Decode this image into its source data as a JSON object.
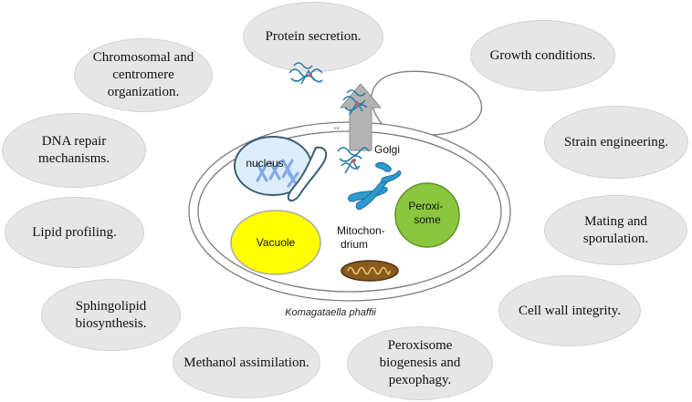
{
  "center": {
    "organism_label": "Komagataella phaffii",
    "organelles": {
      "nucleus": "nucleus",
      "golgi": "Golgi",
      "er": "ER",
      "vacuole": "Vacuole",
      "mitochondrion": "Mitochon-\ndrium",
      "peroxisome": "Peroxi-\nsome"
    },
    "colors": {
      "vacuole": "#ffff00",
      "peroxisome": "#8cc63f",
      "nucleus_fill": "#dcecf8",
      "golgi": "#2e9ad0",
      "mitochondrion": "#8b5a1e"
    }
  },
  "topics": [
    "Protein secretion.",
    "Chromosomal and\ncentromere\norganization.",
    "Growth conditions.",
    "DNA repair\nmechanisms.",
    "Strain engineering.",
    "Lipid profiling.",
    "Mating and\nsporulation.",
    "Sphingolipid\nbiosynthesis.",
    "Cell wall integrity.",
    "Methanol assimilation.",
    "Peroxisome\nbiogenesis and\npexophagy."
  ],
  "bubble_color": "#e6e6e6"
}
